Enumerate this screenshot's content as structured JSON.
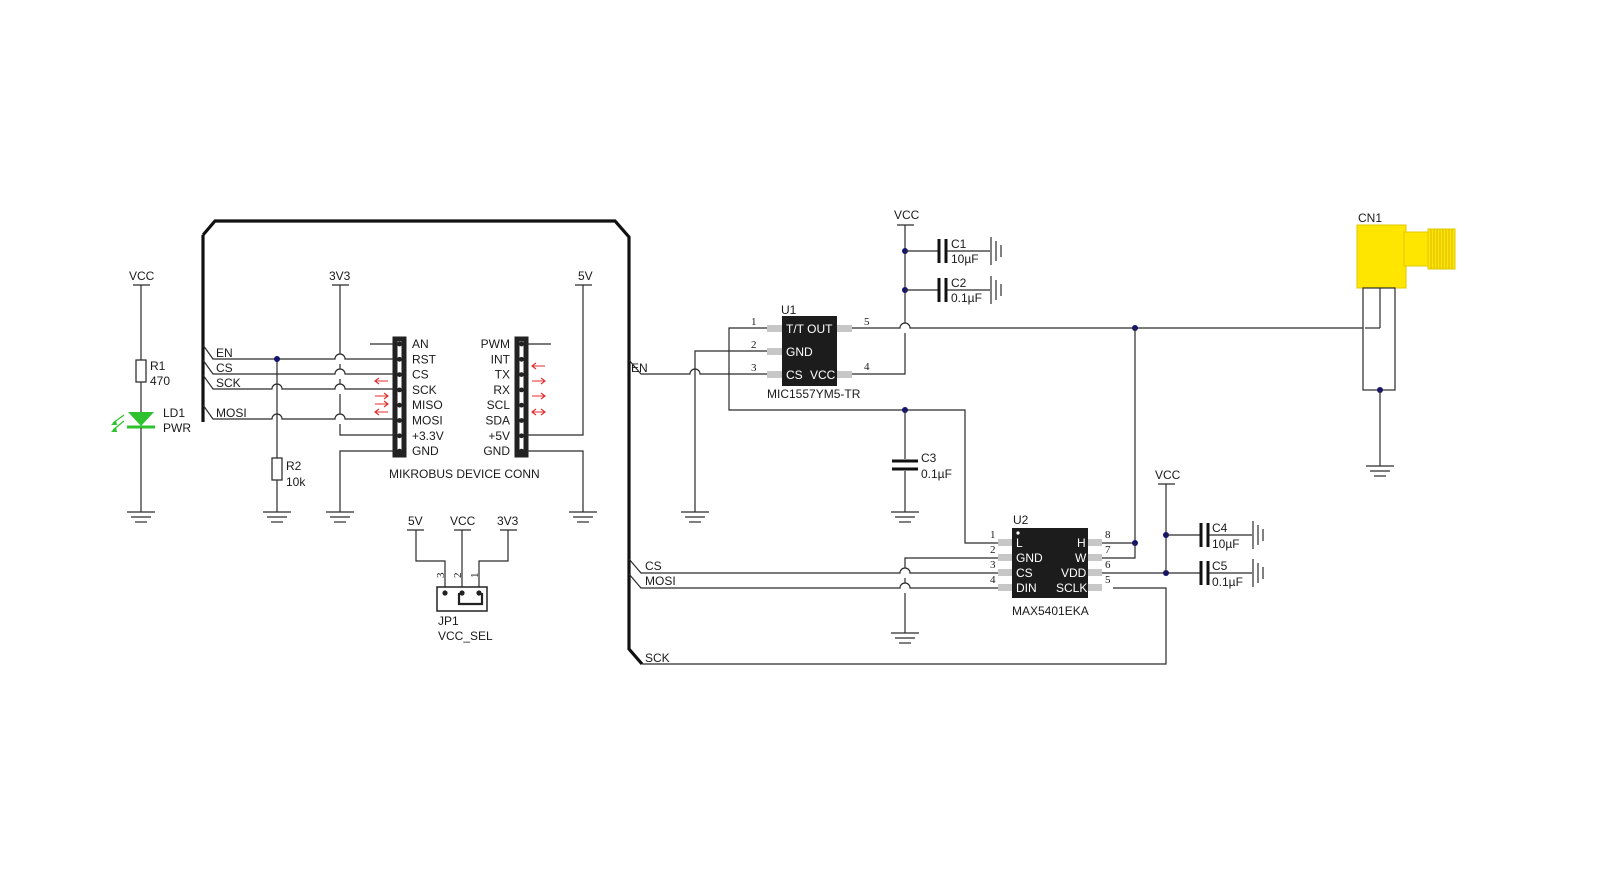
{
  "net_labels": {
    "vcc": "VCC",
    "v3v3": "3V3",
    "v5": "5V",
    "en": "EN",
    "cs": "CS",
    "sck": "SCK",
    "mosi": "MOSI"
  },
  "components": {
    "r1": {
      "ref": "R1",
      "value": "470"
    },
    "r2": {
      "ref": "R2",
      "value": "10k"
    },
    "ld1": {
      "ref": "LD1",
      "value": "PWR"
    },
    "jp1": {
      "ref": "JP1",
      "value": "VCC_SEL",
      "pins": [
        "3",
        "2",
        "1"
      ]
    },
    "c1": {
      "ref": "C1",
      "value": "10µF"
    },
    "c2": {
      "ref": "C2",
      "value": "0.1µF"
    },
    "c3": {
      "ref": "C3",
      "value": "0.1µF"
    },
    "c4": {
      "ref": "C4",
      "value": "10µF"
    },
    "c5": {
      "ref": "C5",
      "value": "0.1µF"
    },
    "cn1": {
      "ref": "CN1"
    },
    "u1": {
      "ref": "U1",
      "part": "MIC1557YM5-TR",
      "pins": {
        "tt_out": "T/T OUT",
        "gnd": "GND",
        "cs": "CS",
        "vcc": "VCC"
      },
      "pin_numbers": {
        "p1": "1",
        "p2": "2",
        "p3": "3",
        "p4": "4",
        "p5": "5"
      }
    },
    "u2": {
      "ref": "U2",
      "part": "MAX5401EKA",
      "pins": {
        "l": "L",
        "gnd": "GND",
        "cs": "CS",
        "din": "DIN",
        "h": "H",
        "w": "W",
        "vdd": "VDD",
        "sclk": "SCLK"
      },
      "pin_numbers": {
        "p1": "1",
        "p2": "2",
        "p3": "3",
        "p4": "4",
        "p5": "5",
        "p6": "6",
        "p7": "7",
        "p8": "8"
      }
    }
  },
  "mikrobus": {
    "title": "MIKROBUS DEVICE CONN",
    "left_pins": [
      "AN",
      "RST",
      "CS",
      "SCK",
      "MISO",
      "MOSI",
      "+3.3V",
      "GND"
    ],
    "right_pins": [
      "PWM",
      "INT",
      "TX",
      "RX",
      "SCL",
      "SDA",
      "+5V",
      "GND"
    ]
  },
  "colors": {
    "wire": "#2a2a2a",
    "junction": "#14146e",
    "led": "#2fc22f",
    "connector": "#ffe600",
    "arrow": "#e32b2b",
    "chip": "#1c1c1c"
  }
}
